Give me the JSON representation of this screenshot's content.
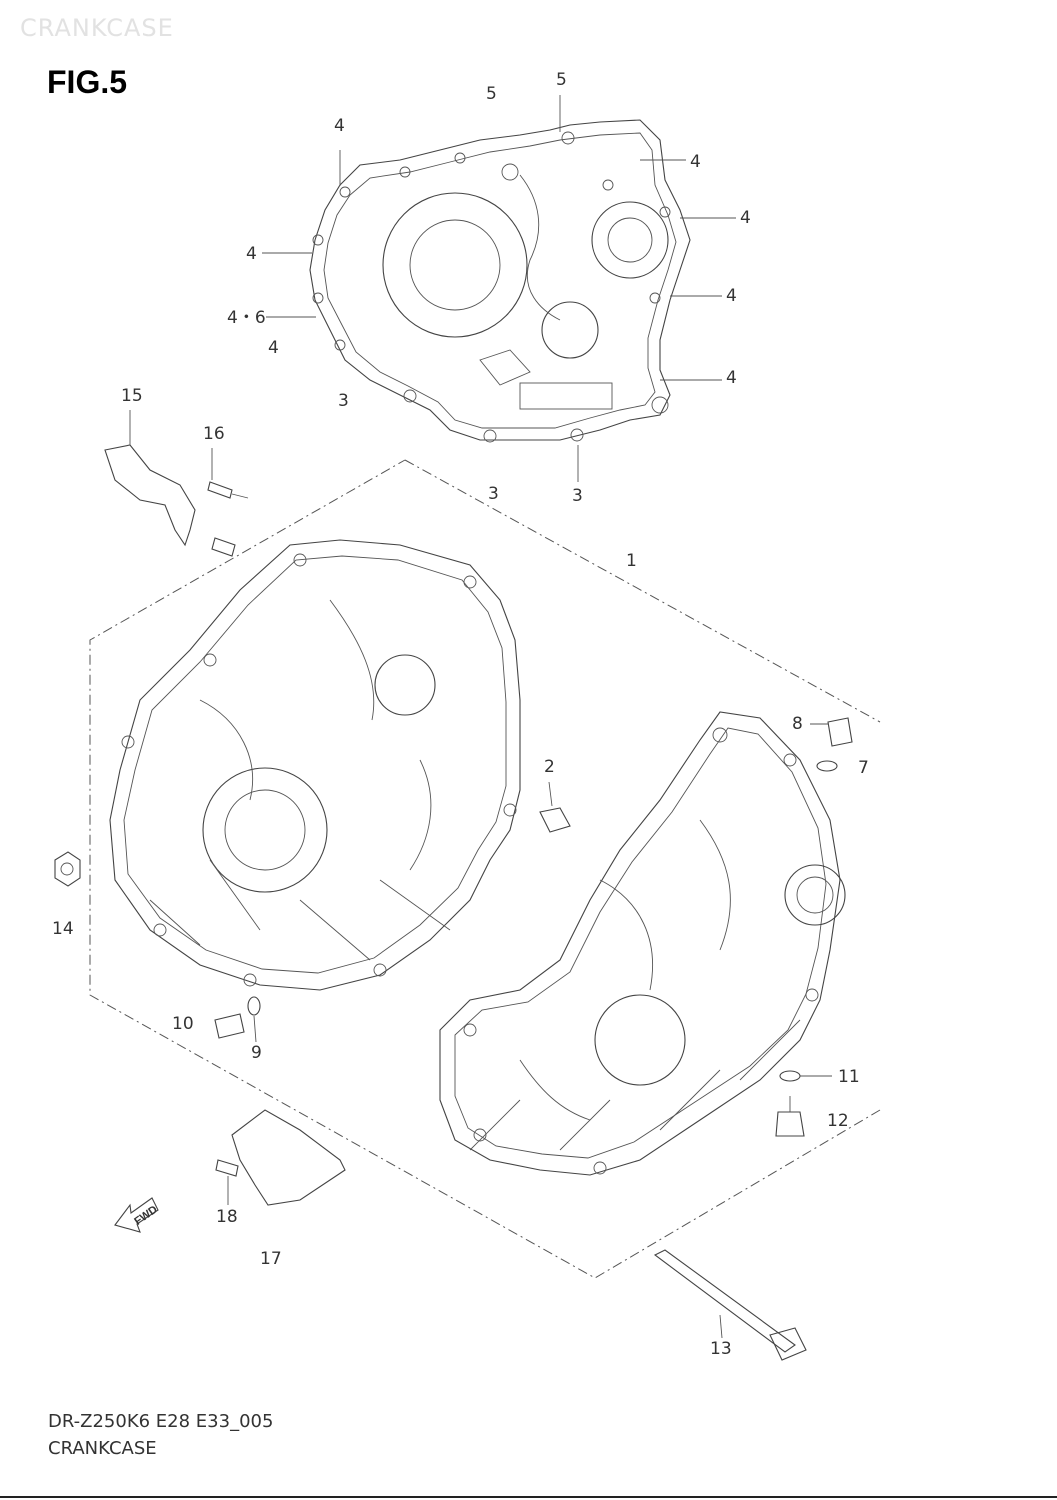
{
  "watermark": "CRANKCASE",
  "figure": {
    "title": "FIG.5"
  },
  "callouts": [
    {
      "id": "c5a",
      "label": "5"
    },
    {
      "id": "c5b",
      "label": "5"
    },
    {
      "id": "c4a",
      "label": "4"
    },
    {
      "id": "c4b",
      "label": "4"
    },
    {
      "id": "c4c",
      "label": "4"
    },
    {
      "id": "c4d",
      "label": "4"
    },
    {
      "id": "c46",
      "label": "4・6"
    },
    {
      "id": "c4e",
      "label": "4"
    },
    {
      "id": "c4f",
      "label": "4"
    },
    {
      "id": "c4g",
      "label": "4"
    },
    {
      "id": "c3a",
      "label": "3"
    },
    {
      "id": "c3b",
      "label": "3"
    },
    {
      "id": "c3c",
      "label": "3"
    },
    {
      "id": "c15",
      "label": "15"
    },
    {
      "id": "c16",
      "label": "16"
    },
    {
      "id": "c1",
      "label": "1"
    },
    {
      "id": "c8",
      "label": "8"
    },
    {
      "id": "c7",
      "label": "7"
    },
    {
      "id": "c2",
      "label": "2"
    },
    {
      "id": "c14",
      "label": "14"
    },
    {
      "id": "c10",
      "label": "10"
    },
    {
      "id": "c9",
      "label": "9"
    },
    {
      "id": "c11",
      "label": "11"
    },
    {
      "id": "c12",
      "label": "12"
    },
    {
      "id": "c18",
      "label": "18"
    },
    {
      "id": "c17",
      "label": "17"
    },
    {
      "id": "c13",
      "label": "13"
    }
  ],
  "fwd_arrow": {
    "label": "FWD"
  },
  "footer": {
    "code": "DR-Z250K6 E28 E33_005",
    "name": "CRANKCASE"
  }
}
